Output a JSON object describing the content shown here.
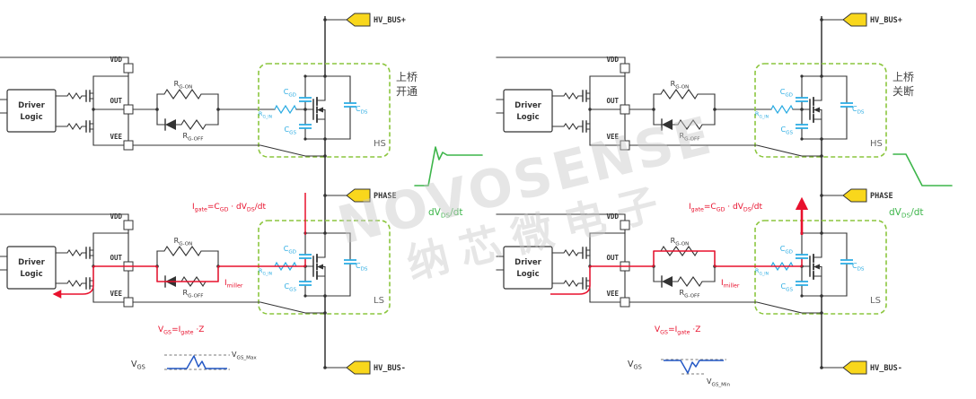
{
  "colors": {
    "line": "#333333",
    "cyan": "#29abe2",
    "red": "#e8112d",
    "green_box": "#8cc63f",
    "green_wave": "#3db54a",
    "terminal": "#f9d71c",
    "pulse": "#2458c5",
    "watermark": "#c8c8c8"
  },
  "terminals": {
    "hv_bus_plus": "HV_BUS+",
    "phase": "PHASE",
    "hv_bus_minus": "HV_BUS-"
  },
  "driver": {
    "title_line1": "Driver",
    "title_line2": "Logic",
    "pin_vdd": "VDD",
    "pin_out": "OUT",
    "pin_vee": "VEE"
  },
  "network": {
    "rg_on": [
      {
        "t": "R"
      },
      {
        "t": "G-ON",
        "sub": true
      }
    ],
    "rg_off": [
      {
        "t": "R"
      },
      {
        "t": "G-OFF",
        "sub": true
      }
    ],
    "rg_in": [
      {
        "t": "R"
      },
      {
        "t": "G_IN",
        "sub": true
      }
    ],
    "cgd": [
      {
        "t": "C"
      },
      {
        "t": "GD",
        "sub": true
      }
    ],
    "cgs": [
      {
        "t": "C"
      },
      {
        "t": "GS",
        "sub": true
      }
    ],
    "cds": [
      {
        "t": "C"
      },
      {
        "t": "DS",
        "sub": true
      }
    ],
    "hs": "HS",
    "ls": "LS"
  },
  "formulas": {
    "igate": [
      {
        "t": "I"
      },
      {
        "t": "gate",
        "sub": true
      },
      {
        "t": "=C"
      },
      {
        "t": "GD",
        "sub": true
      },
      {
        "t": " · dV"
      },
      {
        "t": "DS",
        "sub": true
      },
      {
        "t": "/dt"
      }
    ],
    "imiller": [
      {
        "t": "I"
      },
      {
        "t": "miller",
        "sub": true
      }
    ],
    "vgs_z": [
      {
        "t": "V"
      },
      {
        "t": "GS",
        "sub": true
      },
      {
        "t": "=I"
      },
      {
        "t": "gate",
        "sub": true
      },
      {
        "t": " ·Z"
      }
    ],
    "dvdt": [
      {
        "t": "dV"
      },
      {
        "t": "DS",
        "sub": true
      },
      {
        "t": "/dt"
      }
    ],
    "vgs": [
      {
        "t": "V"
      },
      {
        "t": "GS",
        "sub": true
      }
    ],
    "vgs_max": [
      {
        "t": "V"
      },
      {
        "t": "GS_Max",
        "sub": true
      }
    ],
    "vgs_min": [
      {
        "t": "V"
      },
      {
        "t": "GS_Min",
        "sub": true
      }
    ]
  },
  "left": {
    "mode_line1": "上桥",
    "mode_line2": "开通"
  },
  "right": {
    "mode_line1": "上桥",
    "mode_line2": "关断"
  },
  "watermark": {
    "line1": "NOVOSENSE",
    "line2": "纳芯微电子"
  }
}
